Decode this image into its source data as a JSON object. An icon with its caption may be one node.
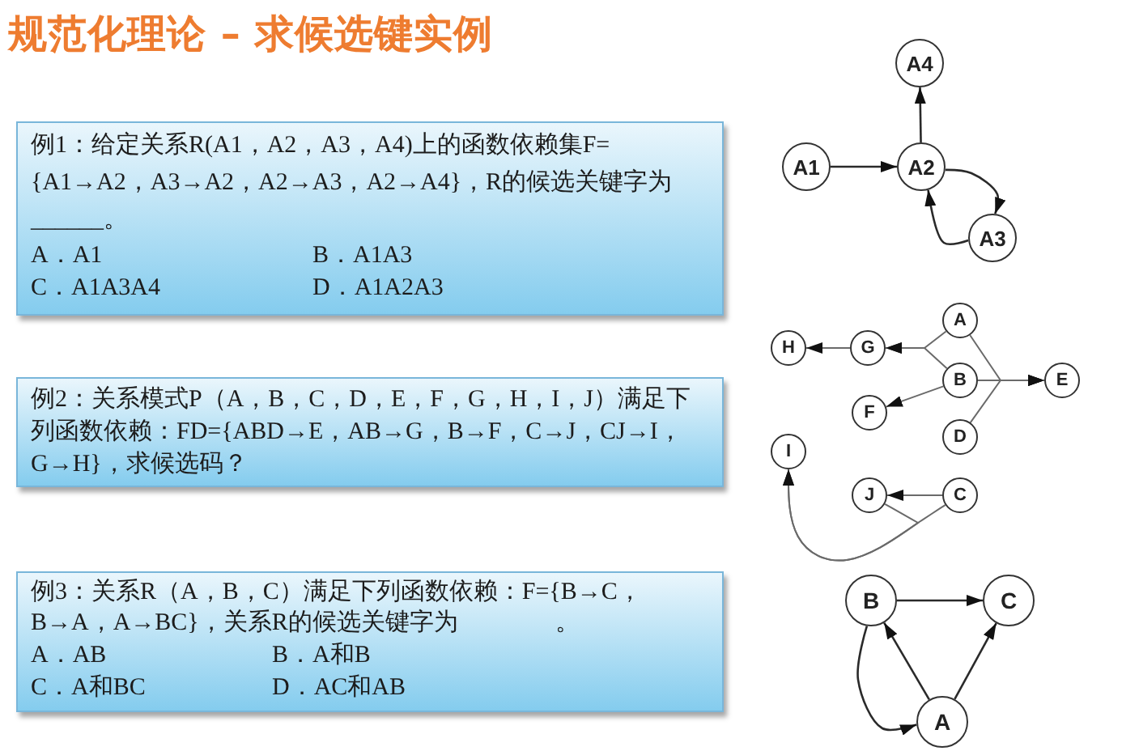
{
  "diagram": {
    "title": "规范化理论 – 求候选键实例",
    "nodes": [
      {
        "text": [
          "例1：给定关系R(A1，A2，A3，A4)上的函数依赖集F={A1→A2，A3→A2，A2→A3，A2→A4}，R的候选关键字为______。",
          "A．A1",
          "B．A1A3",
          "C．A1A3A4",
          "D．A1A2A3"
        ]
      },
      {
        "text": [
          "A4"
        ]
      },
      {
        "text": [
          "A1"
        ]
      },
      {
        "text": [
          "A2"
        ]
      },
      {
        "text": [
          "A3"
        ]
      },
      {
        "text": [
          "例2：关系模式P（A，B，C，D，E，F，G，H，I，J）满足下列函数依赖：FD={ABD→E，AB→G，B→F，C→J，CJ→I，G→H}，求候选码？"
        ]
      },
      {
        "text": [
          "A"
        ]
      },
      {
        "text": [
          "H"
        ]
      },
      {
        "text": [
          "G"
        ]
      },
      {
        "text": [
          "B"
        ]
      },
      {
        "text": [
          "E"
        ]
      },
      {
        "text": [
          "F"
        ]
      },
      {
        "text": [
          "D"
        ]
      },
      {
        "text": [
          "I"
        ]
      },
      {
        "text": [
          "J"
        ]
      },
      {
        "text": [
          "C"
        ]
      },
      {
        "text": [
          "例3：关系R（A，B，C）满足下列函数依赖：F={B→C，B→A，A→BC}，关系R的候选关键字为　　　　。",
          "A．AB",
          "B．A和B",
          "C．A和BC",
          "D．AC和AB"
        ]
      },
      {
        "text": [
          "B"
        ]
      },
      {
        "text": [
          "C"
        ]
      },
      {
        "text": [
          "A"
        ]
      }
    ],
    "edges": [
      {
        "from": 2,
        "to": 3,
        "arrow": "to"
      },
      {
        "from": 3,
        "to": 1,
        "arrow": "to"
      },
      {
        "from": 3,
        "to": 4,
        "arrow": "to"
      },
      {
        "from": 4,
        "to": 3,
        "arrow": "to"
      },
      {
        "from": 6,
        "to": 10,
        "arrow": "to"
      },
      {
        "from": 9,
        "to": 10,
        "arrow": "to"
      },
      {
        "from": 12,
        "to": 10,
        "arrow": "to"
      },
      {
        "from": 6,
        "to": 8,
        "arrow": "to"
      },
      {
        "from": 9,
        "to": 8,
        "arrow": "to"
      },
      {
        "from": 9,
        "to": 11,
        "arrow": "to"
      },
      {
        "from": 8,
        "to": 7,
        "arrow": "to"
      },
      {
        "from": 15,
        "to": 14,
        "arrow": "to"
      },
      {
        "from": 15,
        "to": 13,
        "arrow": "to"
      },
      {
        "from": 14,
        "to": 13,
        "arrow": "to"
      },
      {
        "from": 17,
        "to": 18,
        "arrow": "to"
      },
      {
        "from": 19,
        "to": 17,
        "arrow": "to"
      },
      {
        "from": 19,
        "to": 18,
        "arrow": "to"
      },
      {
        "from": 17,
        "to": 19,
        "arrow": "to"
      }
    ]
  }
}
